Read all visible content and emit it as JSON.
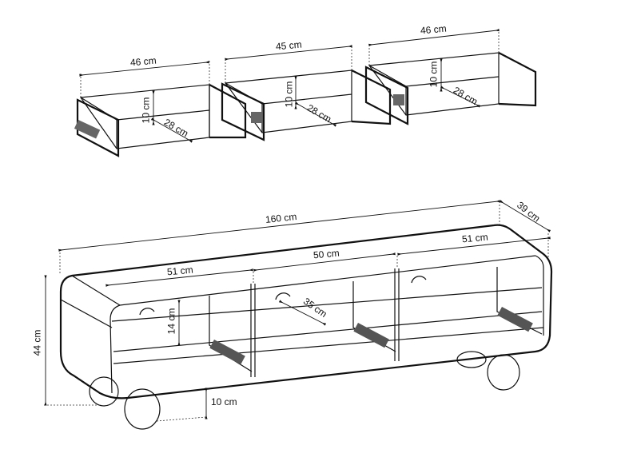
{
  "drawers": [
    {
      "width": "46 cm",
      "height": "10 cm",
      "depth": "28 cm"
    },
    {
      "width": "45 cm",
      "height": "10 cm",
      "depth": "28 cm"
    },
    {
      "width": "46 cm",
      "height": "10 cm",
      "depth": "28 cm"
    }
  ],
  "cabinet": {
    "total_width": "160 cm",
    "depth": "39 cm",
    "height": "44 cm",
    "leg_height": "10 cm",
    "shelf_height": "14 cm",
    "inner_depth": "35 cm",
    "compartments": [
      "51 cm",
      "50 cm",
      "51 cm"
    ]
  }
}
